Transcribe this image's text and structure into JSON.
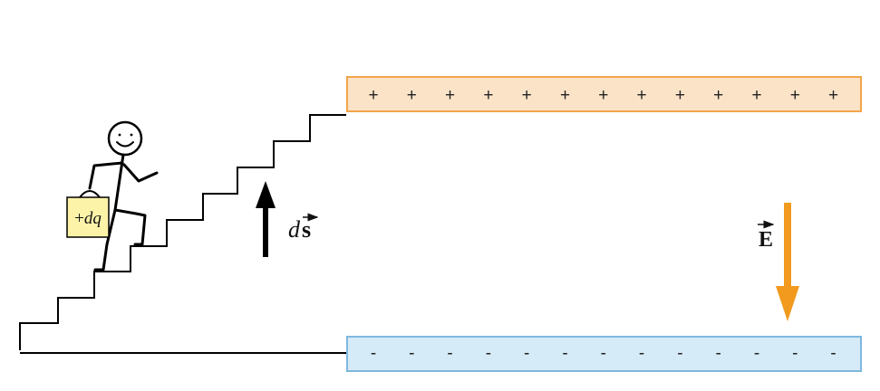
{
  "positive_plate": {
    "signs": [
      "+",
      "+",
      "+",
      "+",
      "+",
      "+",
      "+",
      "+",
      "+",
      "+",
      "+",
      "+",
      "+"
    ],
    "fill": "#fbe3c8",
    "stroke": "#f2a54a"
  },
  "negative_plate": {
    "signs": [
      "-",
      "-",
      "-",
      "-",
      "-",
      "-",
      "-",
      "-",
      "-",
      "-",
      "-",
      "-",
      "-"
    ],
    "fill": "#d6ebf8",
    "stroke": "#7fb7de"
  },
  "charge_bag": {
    "label_sign": "+",
    "label_var": "dq",
    "fill": "#fdf3a8"
  },
  "displacement": {
    "label_d": "d",
    "label_vec": "s",
    "color": "#000000"
  },
  "field": {
    "label": "E",
    "color": "#f19a1d"
  },
  "stick_figure": {
    "icon": "stick-figure-icon",
    "expression": "smiling"
  }
}
